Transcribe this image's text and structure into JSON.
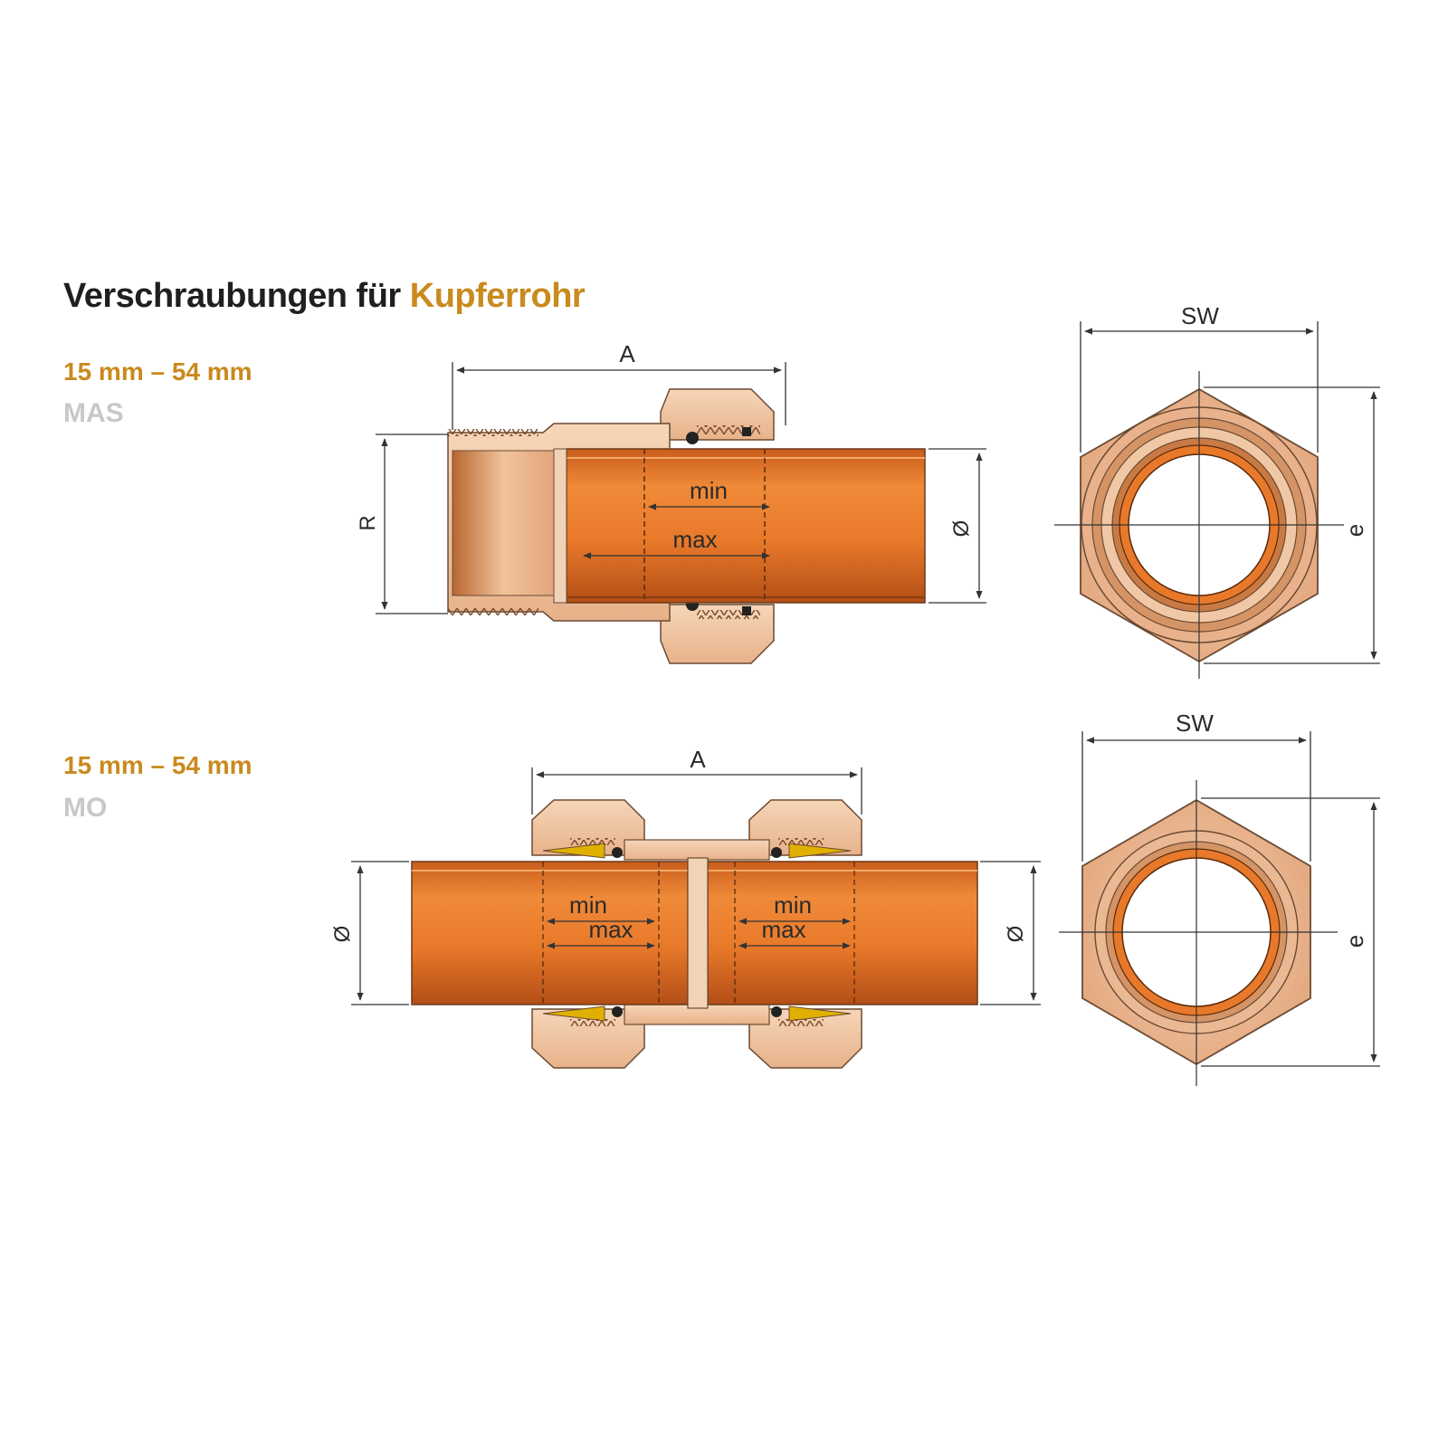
{
  "heading": {
    "prefix": "Verschraubungen für",
    "accent": "Kupferrohr"
  },
  "sections": [
    {
      "range": "15 mm – 54 mm",
      "code": "MAS"
    },
    {
      "range": "15 mm – 54 mm",
      "code": "MO"
    }
  ],
  "labels": {
    "A": "A",
    "R": "R",
    "diameter": "Ø",
    "min": "min",
    "max": "max",
    "SW": "SW",
    "e": "e"
  },
  "colors": {
    "copper": "#e8792a",
    "copper_dark": "#b4521a",
    "brass": "#f3c9a6",
    "brass_dark": "#d9a07a",
    "accent": "#c98a1e",
    "muted": "#c8c8c8"
  }
}
